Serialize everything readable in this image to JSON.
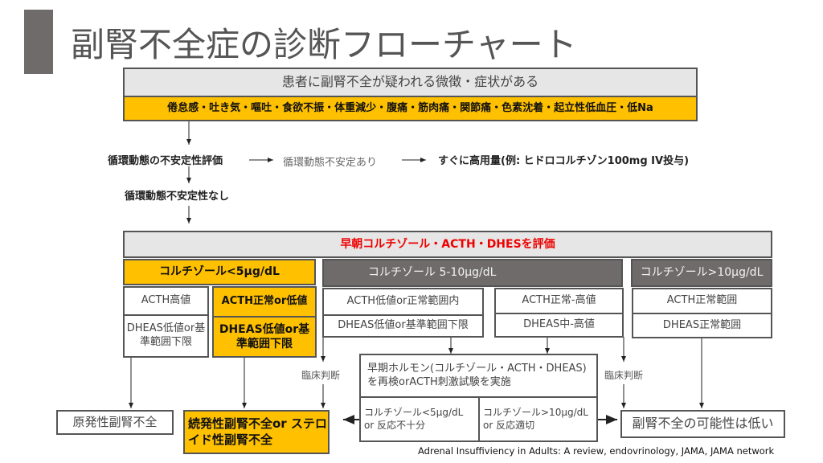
{
  "title": "副腎不全症の診断フローチャート",
  "top_box": {
    "heading": "患者に副腎不全が疑われる微徴・症状がある",
    "symptoms": "倦怠感・吐き気・嘔吐・食欲不振・体重減少・腹痛・筋肉痛・関節痛・色素沈着・起立性低血圧・低Na"
  },
  "hemo": {
    "eval": "循環動態の不安定性評価",
    "unstable": "循環動態不安定あり",
    "treatment": "すぐに高用量(例: ヒドロコルチゾン100mg IV投与)",
    "stable": "循環動態不安定性なし"
  },
  "assess": "早朝コルチゾール・ACTH・DHESを評価",
  "groups": [
    {
      "header": "コルチゾール<5μg/dL",
      "cells": [
        {
          "acth": "ACTH高値",
          "dheas": "DHEAS低値or基準範囲下限"
        },
        {
          "acth": "ACTH正常or低値",
          "dheas": "DHEAS低値or基準範囲下限"
        }
      ]
    },
    {
      "header": "コルチゾール 5-10μg/dL",
      "cells": [
        {
          "acth": "ACTH低値or正常範囲内",
          "dheas": "DHEAS低値or基準範囲下限"
        },
        {
          "acth": "ACTH正常-高値",
          "dheas": "DHEAS中-高値"
        }
      ]
    },
    {
      "header": "コルチゾール>10μg/dL",
      "cells": [
        {
          "acth": "ACTH正常範囲",
          "dheas": "DHEAS正常範囲"
        }
      ]
    }
  ],
  "clinical": "臨床判断",
  "retest": {
    "text": "早期ホルモン(コルチゾール・ACTH・DHEAS)を再検orACTH刺激試験を実施",
    "low": "コルチゾール<5μg/dL or 反応不十分",
    "high": "コルチゾール>10μg/dL or 反応適切"
  },
  "outcomes": {
    "primary": "原発性副腎不全",
    "secondary": "続発性副腎不全or ステロイド性副腎不全",
    "unlikely": "副腎不全の可能性は低い"
  },
  "citation": "Adrenal Insuffiviency in Adults: A review, endovrinology, JAMA, JAMA network"
}
